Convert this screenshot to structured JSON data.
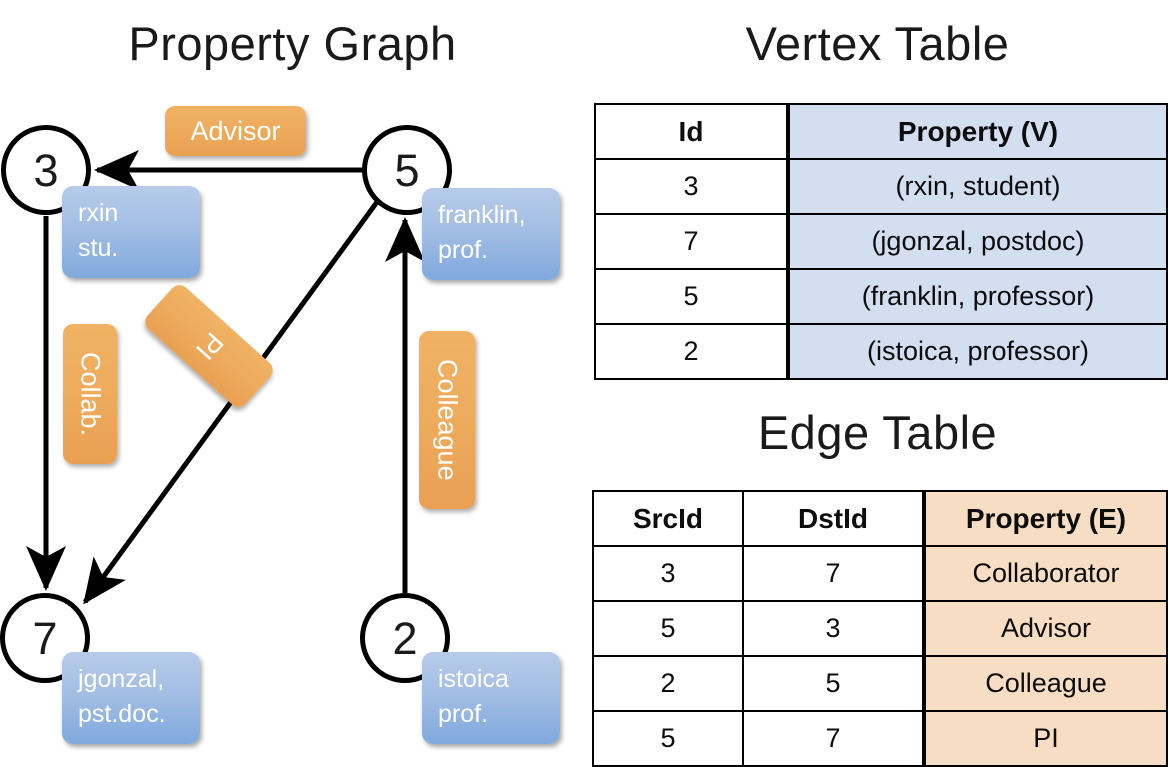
{
  "titles": {
    "property_graph": "Property Graph",
    "vertex_table": "Vertex Table",
    "edge_table": "Edge Table"
  },
  "graph": {
    "vertices": [
      {
        "id": "3",
        "label_line1": "rxin",
        "label_line2": "stu."
      },
      {
        "id": "5",
        "label_line1": "franklin,",
        "label_line2": "prof."
      },
      {
        "id": "7",
        "label_line1": "jgonzal,",
        "label_line2": "pst.doc."
      },
      {
        "id": "2",
        "label_line1": "istoica",
        "label_line2": "prof."
      }
    ],
    "edge_labels": [
      {
        "name": "advisor",
        "text": "Advisor"
      },
      {
        "name": "collab",
        "text": "Collab."
      },
      {
        "name": "pi",
        "text": "PI"
      },
      {
        "name": "colleague",
        "text": "Colleague"
      }
    ],
    "edges": [
      {
        "src": "5",
        "dst": "3",
        "label": "Advisor"
      },
      {
        "src": "3",
        "dst": "7",
        "label": "Collab."
      },
      {
        "src": "5",
        "dst": "7",
        "label": "PI"
      },
      {
        "src": "2",
        "dst": "5",
        "label": "Colleague"
      }
    ]
  },
  "vertex_table": {
    "headers": [
      "Id",
      "Property (V)"
    ],
    "rows": [
      {
        "id": "3",
        "property": "(rxin, student)"
      },
      {
        "id": "7",
        "property": "(jgonzal, postdoc)"
      },
      {
        "id": "5",
        "property": "(franklin, professor)"
      },
      {
        "id": "2",
        "property": "(istoica, professor)"
      }
    ]
  },
  "edge_table": {
    "headers": [
      "SrcId",
      "DstId",
      "Property (E)"
    ],
    "rows": [
      {
        "src": "3",
        "dst": "7",
        "property": "Collaborator"
      },
      {
        "src": "5",
        "dst": "3",
        "property": "Advisor"
      },
      {
        "src": "2",
        "dst": "5",
        "property": "Colleague"
      },
      {
        "src": "5",
        "dst": "7",
        "property": "PI"
      }
    ]
  },
  "colors": {
    "vertex_box": "#a3bee4",
    "edge_box": "#eeab5c",
    "vertex_table_accent": "#d3def0",
    "edge_table_accent": "#f6ddc3",
    "stroke": "#000000"
  }
}
